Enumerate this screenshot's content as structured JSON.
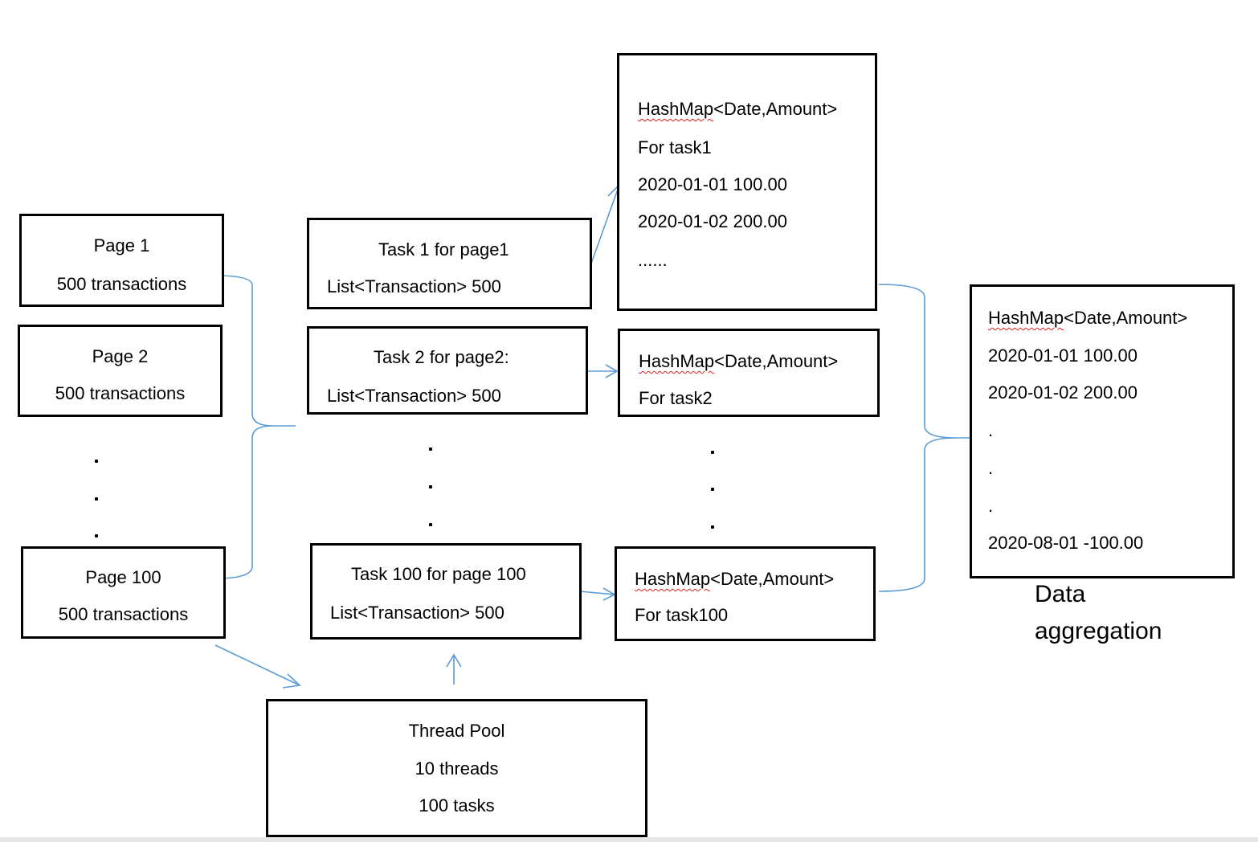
{
  "pages": [
    {
      "title": "Page 1",
      "count": "500 transactions"
    },
    {
      "title": "Page 2",
      "count": "500 transactions"
    },
    {
      "title": "Page 100",
      "count": "500 transactions"
    }
  ],
  "tasks": [
    {
      "title": "Task 1 for page1",
      "list": "List<Transaction> 500"
    },
    {
      "title": "Task 2 for page2:",
      "list": "List<Transaction> 500"
    },
    {
      "title": "Task 100 for page 100",
      "list": "List<Transaction> 500"
    }
  ],
  "maps": {
    "task1": {
      "type": "HashMap",
      "type_rest": "<Date,Amount>",
      "label": "For task1",
      "rows": [
        "2020-01-01 100.00",
        "2020-01-02 200.00",
        "......"
      ]
    },
    "task2": {
      "type": "HashMap",
      "type_rest": "<Date,Amount>",
      "label": "For task2"
    },
    "task100": {
      "type": "HashMap",
      "type_rest": "<Date,Amount>",
      "label": "For task100"
    }
  },
  "aggregate": {
    "type": "HashMap",
    "type_rest": "<Date,Amount>",
    "rows": [
      "2020-01-01 100.00",
      "2020-01-02 200.00",
      ".",
      ".",
      ".",
      "2020-08-01 -100.00"
    ],
    "caption_line1": "Data",
    "caption_line2": "aggregation"
  },
  "thread_pool": {
    "title": "Thread Pool",
    "threads": "10 threads",
    "tasks": "100 tasks"
  },
  "colors": {
    "connector": "#5b9bd5",
    "spellcheck": "#e02020",
    "border": "#000000"
  }
}
